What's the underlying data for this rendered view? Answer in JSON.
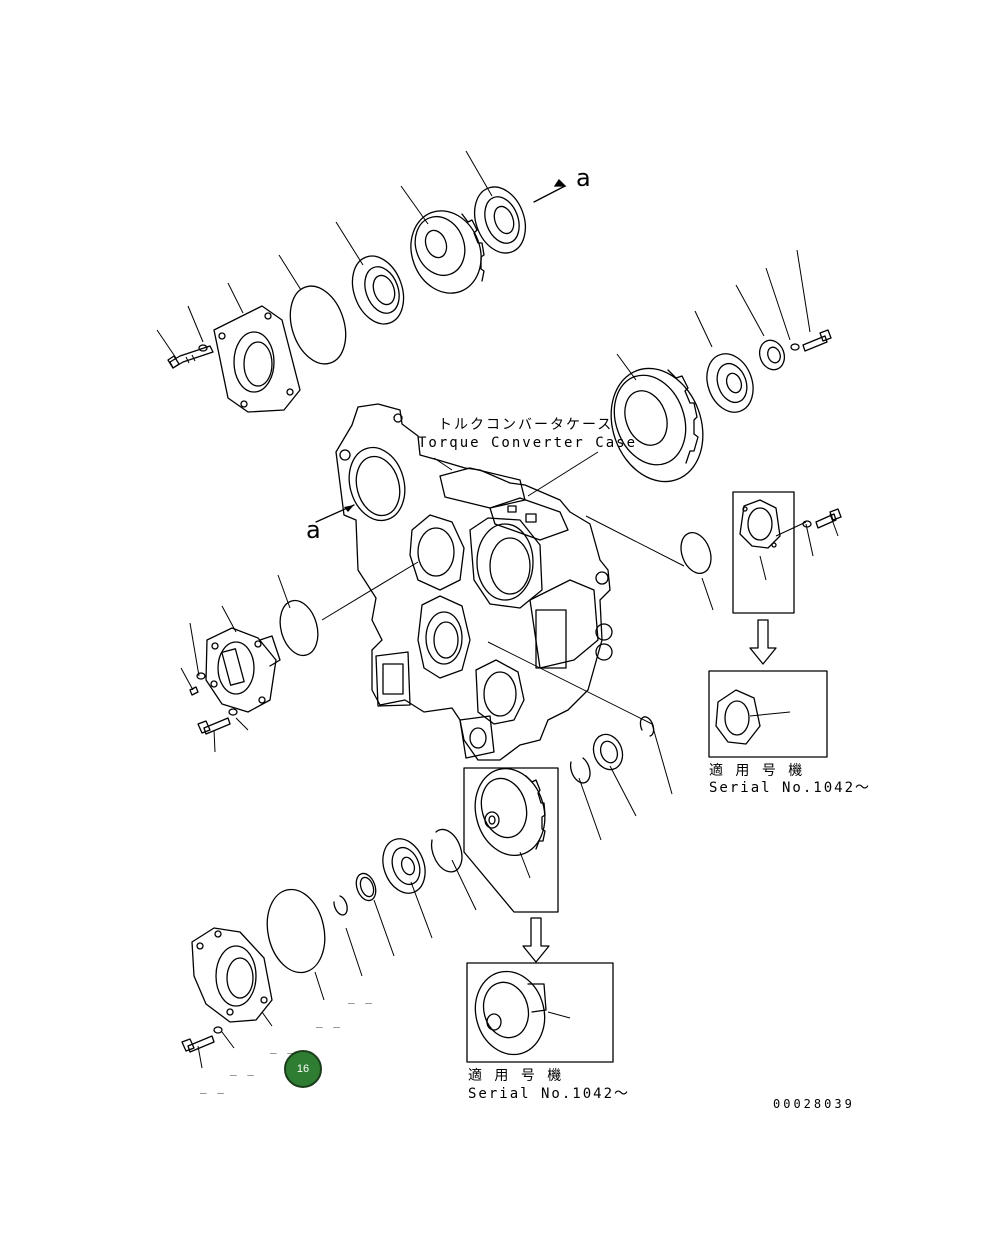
{
  "labels": {
    "case_jp": "トルクコンバータケース",
    "case_en": "Torque Converter Case",
    "ref_a_top": "a",
    "ref_a_left": "a",
    "serial_jp_right": "適 用 号 機",
    "serial_en_right": "Serial No.1042～",
    "serial_jp_bottom": "適 用 号 機",
    "serial_en_bottom": "Serial No.1042～",
    "drawing_number": "00028039"
  },
  "callout": {
    "badge": "16",
    "color": "#2e7d32"
  },
  "dash_markers": [
    "_ _",
    "_ _",
    "_ _",
    "_ _",
    "_ _"
  ]
}
